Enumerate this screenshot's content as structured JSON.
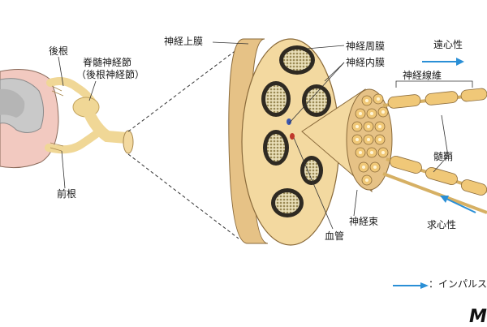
{
  "labels": {
    "dorsal_root": "後根",
    "dorsal_root_ganglion_line1": "脊髄神経節",
    "dorsal_root_ganglion_line2": "（後根神経節）",
    "ventral_root": "前根",
    "epineurium": "神経上膜",
    "perineurium": "神経周膜",
    "endoneurium": "神経内膜",
    "nerve_fiber": "神経線維",
    "myelin_sheath": "髄鞘",
    "fascicle": "神経束",
    "blood_vessel": "血管",
    "efferent": "遠心性",
    "afferent": "求心性",
    "legend_impulse": "：インパルス"
  },
  "colors": {
    "epineurium": "#f3d9a0",
    "fascicle": "#2f2a22",
    "axon_dots": "#c9b77a",
    "myelin": "#f0c878",
    "spinal_cord": "#f2c9c0",
    "gray_matter": "#c9c9c9",
    "arrow_blue": "#2a8fd6"
  },
  "logo_text": "M"
}
